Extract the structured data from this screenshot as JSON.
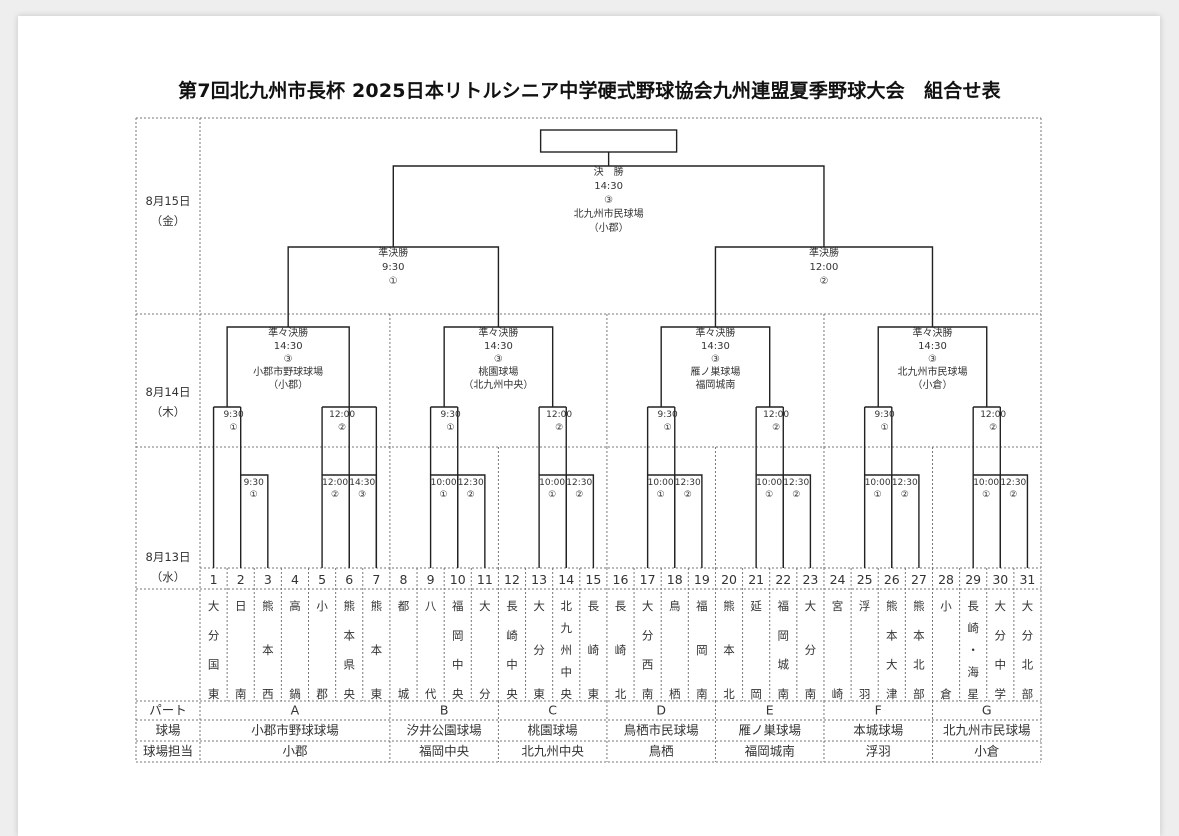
{
  "title": "第7回北九州市長杯 2025日本リトルシニア中学硬式野球協会九州連盟夏季野球大会　組合せ表",
  "dates": [
    {
      "date": "8月15日",
      "weekday": "（金）"
    },
    {
      "date": "8月14日",
      "weekday": "（木）"
    },
    {
      "date": "8月13日",
      "weekday": "（水）"
    }
  ],
  "final": {
    "lines": [
      "決　勝",
      "14:30",
      "③",
      "北九州市民球場",
      "（小郡）"
    ]
  },
  "semifinals": [
    {
      "lines": [
        "準決勝",
        "9:30",
        "①"
      ]
    },
    {
      "lines": [
        "準決勝",
        "12:00",
        "②"
      ]
    }
  ],
  "quarterfinals": [
    {
      "lines": [
        "準々決勝",
        "14:30",
        "③",
        "小郡市野球球場",
        "（小郡）"
      ]
    },
    {
      "lines": [
        "準々決勝",
        "14:30",
        "③",
        "桃園球場",
        "（北九州中央）"
      ]
    },
    {
      "lines": [
        "準々決勝",
        "14:30",
        "③",
        "雁ノ巣球場",
        "福岡城南"
      ]
    },
    {
      "lines": [
        "準々決勝",
        "14:30",
        "③",
        "北九州市民球場",
        "（小倉）"
      ]
    }
  ],
  "second_round": [
    {
      "time": "9:30",
      "field": "①"
    },
    {
      "time": "12:00",
      "field": "②"
    },
    {
      "time": "9:30",
      "field": "①"
    },
    {
      "time": "12:00",
      "field": "②"
    },
    {
      "time": "9:30",
      "field": "①"
    },
    {
      "time": "12:00",
      "field": "②"
    },
    {
      "time": "9:30",
      "field": "①"
    },
    {
      "time": "12:00",
      "field": "②"
    }
  ],
  "first_round": [
    {
      "time": "9:30",
      "field": "①"
    },
    {
      "time": "12:00",
      "field": "②"
    },
    {
      "time": "14:30",
      "field": "③"
    },
    {
      "time": "10:00",
      "field": "①"
    },
    {
      "time": "12:30",
      "field": "②"
    },
    {
      "time": "10:00",
      "field": "①"
    },
    {
      "time": "12:30",
      "field": "②"
    },
    {
      "time": "10:00",
      "field": "①"
    },
    {
      "time": "12:30",
      "field": "②"
    },
    {
      "time": "10:00",
      "field": "①"
    },
    {
      "time": "12:30",
      "field": "②"
    },
    {
      "time": "10:00",
      "field": "①"
    },
    {
      "time": "12:30",
      "field": "②"
    },
    {
      "time": "10:00",
      "field": "①"
    },
    {
      "time": "12:30",
      "field": "②"
    }
  ],
  "teams": [
    {
      "no": "1",
      "name": "大分国東"
    },
    {
      "no": "2",
      "name": "日南"
    },
    {
      "no": "3",
      "name": "熊本西"
    },
    {
      "no": "4",
      "name": "高鍋"
    },
    {
      "no": "5",
      "name": "小郡"
    },
    {
      "no": "6",
      "name": "熊本県央"
    },
    {
      "no": "7",
      "name": "熊本東"
    },
    {
      "no": "8",
      "name": "都城"
    },
    {
      "no": "9",
      "name": "八代"
    },
    {
      "no": "10",
      "name": "福岡中央"
    },
    {
      "no": "11",
      "name": "大分"
    },
    {
      "no": "12",
      "name": "長崎中央"
    },
    {
      "no": "13",
      "name": "大分東"
    },
    {
      "no": "14",
      "name": "北九州中央"
    },
    {
      "no": "15",
      "name": "長崎東"
    },
    {
      "no": "16",
      "name": "長崎北"
    },
    {
      "no": "17",
      "name": "大分西南"
    },
    {
      "no": "18",
      "name": "鳥栖"
    },
    {
      "no": "19",
      "name": "福岡南"
    },
    {
      "no": "20",
      "name": "熊本北"
    },
    {
      "no": "21",
      "name": "延岡"
    },
    {
      "no": "22",
      "name": "福岡城南"
    },
    {
      "no": "23",
      "name": "大分南"
    },
    {
      "no": "24",
      "name": "宮崎"
    },
    {
      "no": "25",
      "name": "浮羽"
    },
    {
      "no": "26",
      "name": "熊本大津"
    },
    {
      "no": "27",
      "name": "熊本北部"
    },
    {
      "no": "28",
      "name": "小倉"
    },
    {
      "no": "29",
      "name": "長崎・海星"
    },
    {
      "no": "30",
      "name": "大分中学"
    },
    {
      "no": "31",
      "name": "大分北部"
    }
  ],
  "footer": {
    "part_label": "パート",
    "field_label": "球場",
    "host_label": "球場担当",
    "parts": [
      {
        "part": "A",
        "field": "小郡市野球球場",
        "host": "小郡"
      },
      {
        "part": "B",
        "field": "汐井公園球場",
        "host": "福岡中央"
      },
      {
        "part": "C",
        "field": "桃園球場",
        "host": "北九州中央"
      },
      {
        "part": "D",
        "field": "鳥栖市民球場",
        "host": "鳥栖"
      },
      {
        "part": "E",
        "field": "雁ノ巣球場",
        "host": "福岡城南"
      },
      {
        "part": "F",
        "field": "本城球場",
        "host": "浮羽"
      },
      {
        "part": "G",
        "field": "北九州市民球場",
        "host": "小倉"
      }
    ]
  }
}
